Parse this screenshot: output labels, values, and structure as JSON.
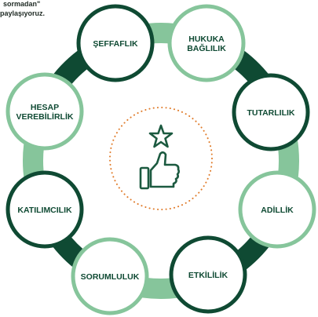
{
  "intro": {
    "line1": "sormadan\"",
    "line2": "paylaşıyoruz."
  },
  "colors": {
    "dark": "#0f4a33",
    "light": "#86c59b",
    "inner_dot": "#e07b2a",
    "icon": "#1c5a40"
  },
  "center_icon": "star-thumbs-up-icon",
  "values": [
    {
      "label": "ŞEFFAFLIK",
      "style": "dark"
    },
    {
      "label": "HUKUKA BAĞLILIK",
      "style": "light"
    },
    {
      "label": "TUTARLILIK",
      "style": "dark"
    },
    {
      "label": "ADİLLİK",
      "style": "light"
    },
    {
      "label": "ETKİLİLİK",
      "style": "dark"
    },
    {
      "label": "SORUMLULUK",
      "style": "light"
    },
    {
      "label": "KATILIMCILIK",
      "style": "dark"
    },
    {
      "label": "HESAP VEREBİLİRLİK",
      "style": "light"
    }
  ]
}
